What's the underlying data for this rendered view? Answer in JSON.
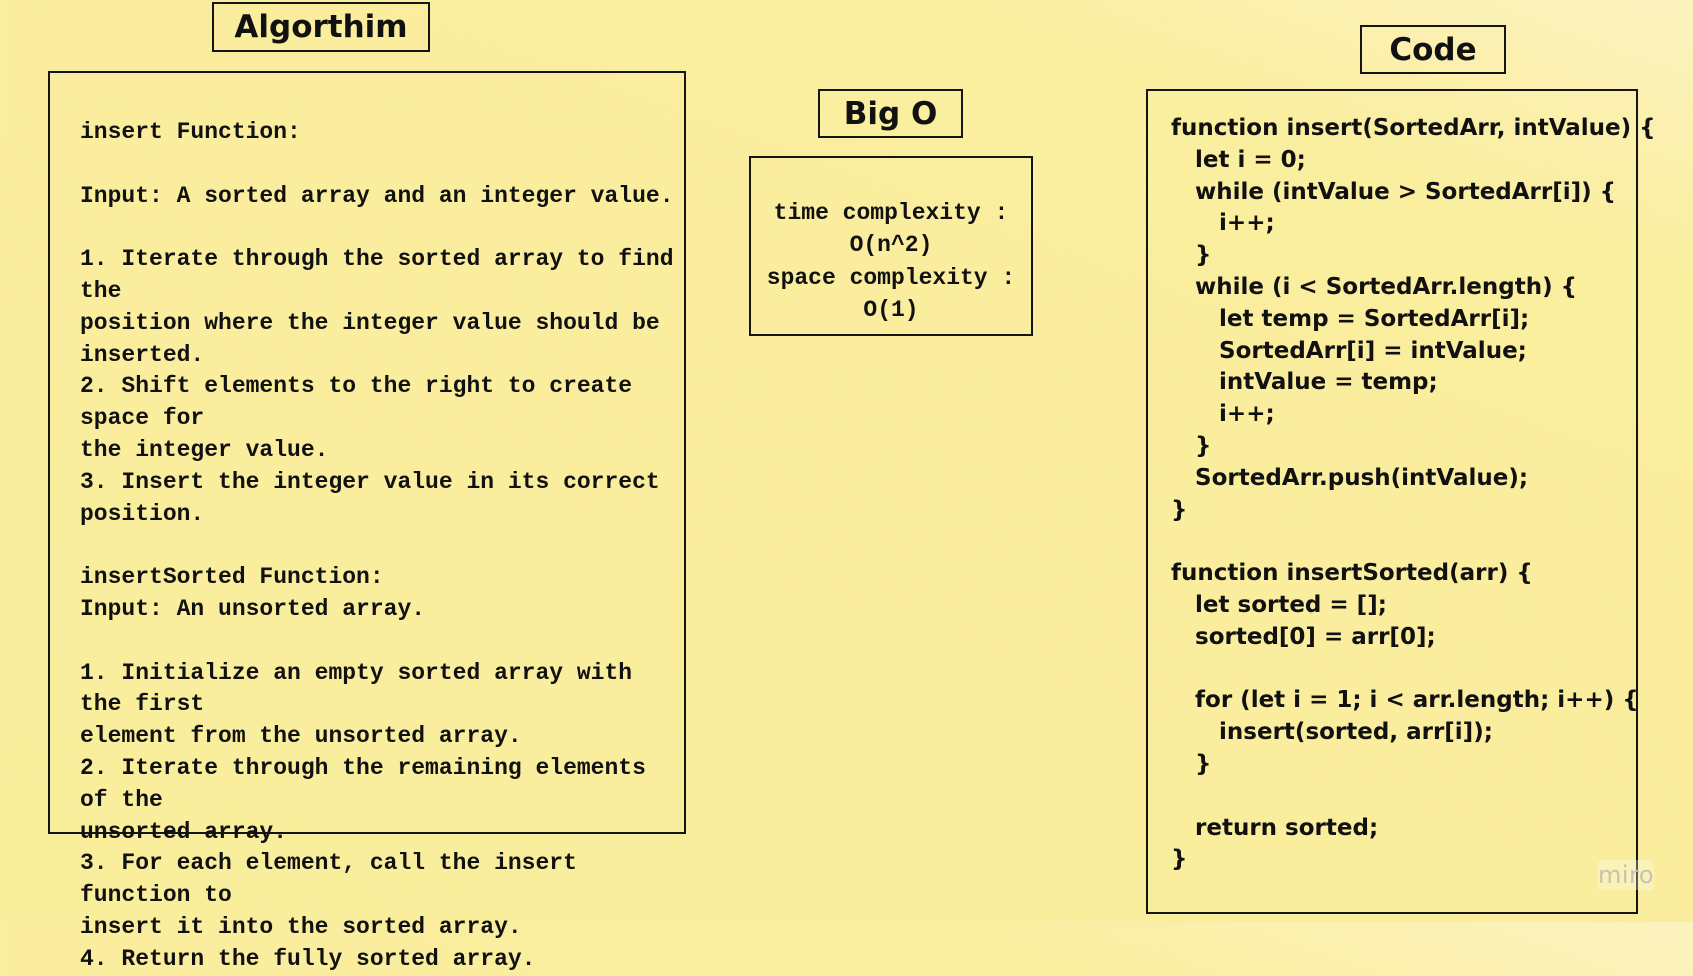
{
  "algorithm": {
    "title": "Algorthim",
    "lines": [
      "insert Function:",
      "",
      "Input: A sorted array and an integer value.",
      "",
      "1. Iterate through the sorted array to find the",
      "position where the integer value should be",
      "inserted.",
      "2. Shift elements to the right to create space for",
      "the integer value.",
      "3. Insert the integer value in its correct position.",
      "",
      "insertSorted Function:",
      "Input: An unsorted array.",
      "",
      "1. Initialize an empty sorted array with the first",
      "element from the unsorted array.",
      "2. Iterate through the remaining elements of the",
      "unsorted array.",
      "3. For each element, call the insert function to",
      "insert it into the sorted array.",
      "4. Return the fully sorted array."
    ]
  },
  "big_o": {
    "title": "Big O",
    "lines": [
      "time complexity :",
      "O(n^2)",
      "space complexity : O(1)"
    ]
  },
  "code": {
    "title": "Code",
    "lines": [
      "function insert(SortedArr, intValue) {",
      "   let i = 0;",
      "   while (intValue > SortedArr[i]) {",
      "      i++;",
      "   }",
      "   while (i < SortedArr.length) {",
      "      let temp = SortedArr[i];",
      "      SortedArr[i] = intValue;",
      "      intValue = temp;",
      "      i++;",
      "   }",
      "   SortedArr.push(intValue);",
      "}",
      "",
      "function insertSorted(arr) {",
      "   let sorted = [];",
      "   sorted[0] = arr[0];",
      "",
      "   for (let i = 1; i < arr.length; i++) {",
      "      insert(sorted, arr[i]);",
      "   }",
      "",
      "   return sorted;",
      "}"
    ]
  },
  "watermark": "miro"
}
